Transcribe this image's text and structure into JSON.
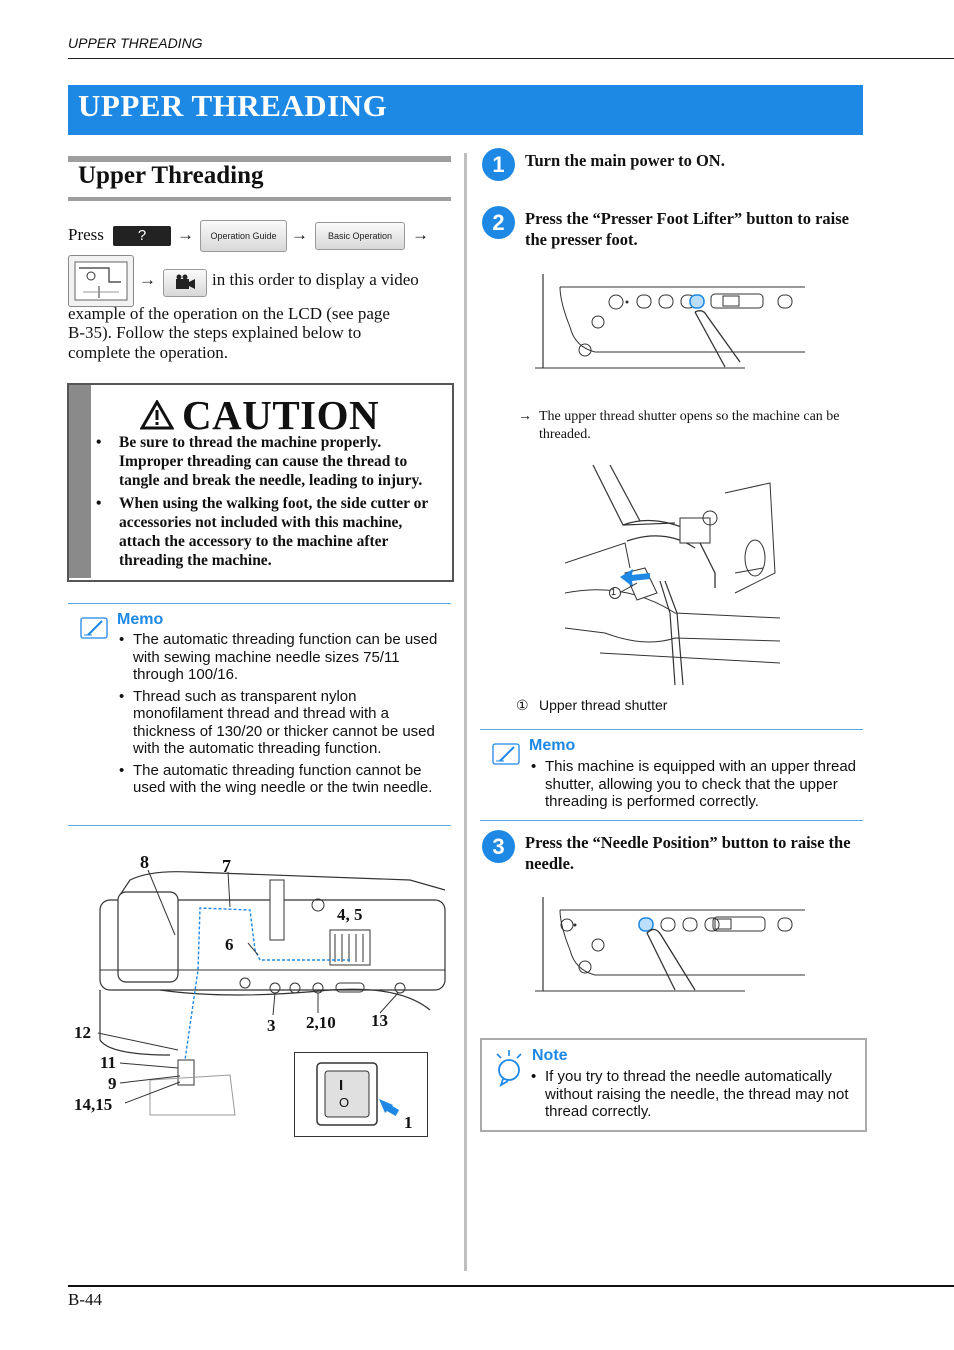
{
  "header": {
    "running_title": "UPPER THREADING"
  },
  "banner": {
    "title": "UPPER THREADING"
  },
  "section": {
    "title": "Upper Threading",
    "intro_press": "Press",
    "key_help": "?",
    "key_operation_guide": "Operation Guide",
    "key_basic_operation": "Basic Operation",
    "arrow": "→",
    "intro_line2": "in this order to display a video",
    "intro_rest_1": "example of the operation on the LCD (see page",
    "intro_rest_2": "B-35). Follow the steps explained below to",
    "intro_rest_3": "complete the operation."
  },
  "caution": {
    "title": "CAUTION",
    "items": [
      "Be sure to thread the machine properly. Improper threading can cause the thread to tangle and break the needle, leading to injury.",
      "When using the walking foot, the side cutter or accessories not included with this machine, attach the accessory to the machine after threading the machine."
    ]
  },
  "memo1": {
    "title": "Memo",
    "items": [
      "The automatic threading function can be used with sewing machine needle sizes 75/11 through 100/16.",
      "Thread such as transparent nylon monofilament thread and thread with a thickness of 130/20 or thicker cannot be used with the automatic threading function.",
      "The automatic threading function cannot be used with the wing needle or the twin needle."
    ]
  },
  "diagram_labels": {
    "l8": "8",
    "l7": "7",
    "l45": "4, 5",
    "l6": "6",
    "l3": "3",
    "l210": "2,10",
    "l13": "13",
    "l12": "12",
    "l11": "11",
    "l9": "9",
    "l1415": "14,15",
    "l1": "1",
    "switch_i": "I",
    "switch_o": "O"
  },
  "steps": [
    {
      "num": "1",
      "text": "Turn the main power to ON."
    },
    {
      "num": "2",
      "text": "Press the “Presser Foot Lifter” button to raise the presser foot."
    },
    {
      "num": "3",
      "text": "Press the “Needle Position” button to raise the needle."
    }
  ],
  "step2_result": {
    "arrow": "→",
    "text": "The upper thread shutter opens so the machine can be threaded."
  },
  "figure_callout": {
    "marker": "①",
    "label": "Upper thread shutter",
    "circle_num": "1"
  },
  "memo2": {
    "title": "Memo",
    "items": [
      "This machine is equipped with an upper thread shutter, allowing you to check that the upper threading is performed correctly."
    ]
  },
  "note": {
    "title": "Note",
    "items": [
      "If you try to thread the needle automatically without raising the needle, the thread may not thread correctly."
    ]
  },
  "footer": {
    "page": "B-44"
  },
  "colors": {
    "accent": "#1e88e5",
    "caution_strip": "#8a8a8a",
    "section_bar": "#9e9e9e"
  }
}
